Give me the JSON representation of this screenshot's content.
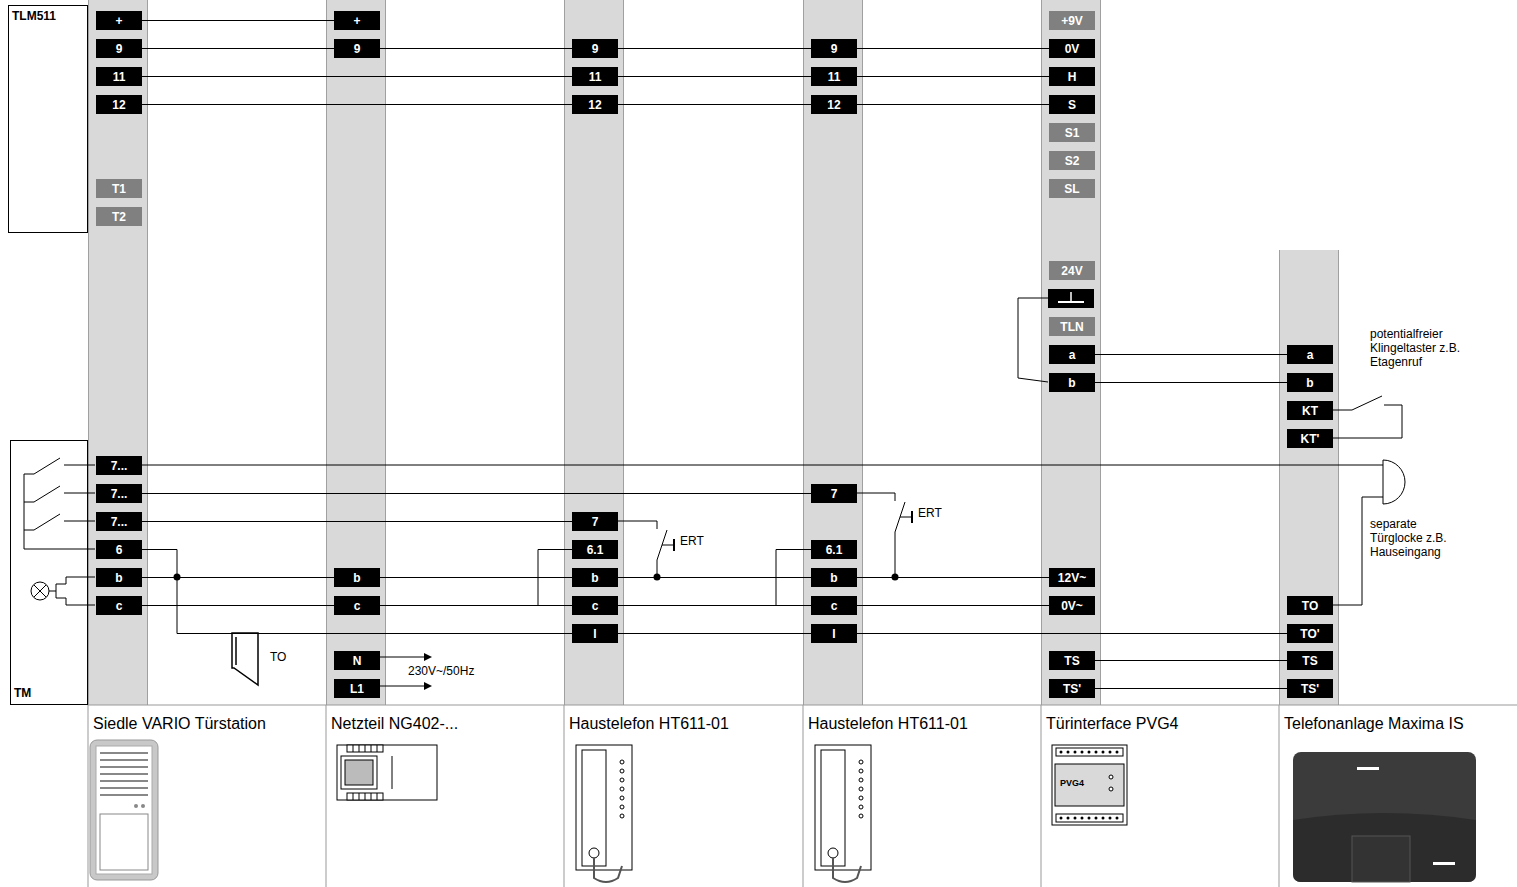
{
  "diagram": {
    "nodes": [
      {
        "text": [
          "TLM511"
        ]
      },
      {
        "text": [
          "TM"
        ]
      },
      {
        "text": [
          "Siedle VARIO Türstation"
        ]
      },
      {
        "text": [
          "+"
        ],
        "in": 2
      },
      {
        "text": [
          "9"
        ],
        "in": 2
      },
      {
        "text": [
          "11"
        ],
        "in": 2
      },
      {
        "text": [
          "12"
        ],
        "in": 2
      },
      {
        "text": [
          "T1"
        ],
        "in": 2
      },
      {
        "text": [
          "T2"
        ],
        "in": 2
      },
      {
        "text": [
          "7..."
        ],
        "in": 2
      },
      {
        "text": [
          "7..."
        ],
        "in": 2
      },
      {
        "text": [
          "7..."
        ],
        "in": 2
      },
      {
        "text": [
          "6"
        ],
        "in": 2
      },
      {
        "text": [
          "b"
        ],
        "in": 2
      },
      {
        "text": [
          "c"
        ],
        "in": 2
      },
      {
        "text": [
          "Netzteil NG402-..."
        ]
      },
      {
        "text": [
          "+"
        ],
        "in": 15
      },
      {
        "text": [
          "9"
        ],
        "in": 15
      },
      {
        "text": [
          "b"
        ],
        "in": 15
      },
      {
        "text": [
          "c"
        ],
        "in": 15
      },
      {
        "text": [
          "N"
        ],
        "in": 15
      },
      {
        "text": [
          "L1"
        ],
        "in": 15
      },
      {
        "text": [
          "Haustelefon HT611-01"
        ]
      },
      {
        "text": [
          "9"
        ],
        "in": 22
      },
      {
        "text": [
          "11"
        ],
        "in": 22
      },
      {
        "text": [
          "12"
        ],
        "in": 22
      },
      {
        "text": [
          "7"
        ],
        "in": 22
      },
      {
        "text": [
          "6.1"
        ],
        "in": 22
      },
      {
        "text": [
          "b"
        ],
        "in": 22
      },
      {
        "text": [
          "c"
        ],
        "in": 22
      },
      {
        "text": [
          "I"
        ],
        "in": 22
      },
      {
        "text": [
          "Haustelefon HT611-01"
        ]
      },
      {
        "text": [
          "9"
        ],
        "in": 31
      },
      {
        "text": [
          "11"
        ],
        "in": 31
      },
      {
        "text": [
          "12"
        ],
        "in": 31
      },
      {
        "text": [
          "7"
        ],
        "in": 31
      },
      {
        "text": [
          "6.1"
        ],
        "in": 31
      },
      {
        "text": [
          "b"
        ],
        "in": 31
      },
      {
        "text": [
          "c"
        ],
        "in": 31
      },
      {
        "text": [
          "I"
        ],
        "in": 31
      },
      {
        "text": [
          "Türinterface PVG4"
        ]
      },
      {
        "text": [
          "+9V"
        ],
        "in": 40
      },
      {
        "text": [
          "0V"
        ],
        "in": 40
      },
      {
        "text": [
          "H"
        ],
        "in": 40
      },
      {
        "text": [
          "S"
        ],
        "in": 40
      },
      {
        "text": [
          "S1"
        ],
        "in": 40
      },
      {
        "text": [
          "S2"
        ],
        "in": 40
      },
      {
        "text": [
          "SL"
        ],
        "in": 40
      },
      {
        "text": [
          "24V"
        ],
        "in": 40
      },
      {
        "text": [
          "TLN"
        ],
        "in": 40
      },
      {
        "text": [
          "a"
        ],
        "in": 40
      },
      {
        "text": [
          "b"
        ],
        "in": 40
      },
      {
        "text": [
          "12V~"
        ],
        "in": 40
      },
      {
        "text": [
          "0V~"
        ],
        "in": 40
      },
      {
        "text": [
          "TS"
        ],
        "in": 40
      },
      {
        "text": [
          "TS'"
        ],
        "in": 40
      },
      {
        "text": [
          "Telefonanlage Maxima IS"
        ]
      },
      {
        "text": [
          "a"
        ],
        "in": 56
      },
      {
        "text": [
          "b"
        ],
        "in": 56
      },
      {
        "text": [
          "KT"
        ],
        "in": 56
      },
      {
        "text": [
          "KT'"
        ],
        "in": 56
      },
      {
        "text": [
          "TO"
        ],
        "in": 56
      },
      {
        "text": [
          "TO'"
        ],
        "in": 56
      },
      {
        "text": [
          "TS"
        ],
        "in": 56
      },
      {
        "text": [
          "TS'"
        ],
        "in": 56
      }
    ],
    "edges": [
      {
        "from": 3,
        "to": 16,
        "arrow": "none"
      },
      {
        "from": 4,
        "to": 17,
        "arrow": "none"
      },
      {
        "from": 17,
        "to": 23,
        "arrow": "none"
      },
      {
        "from": 23,
        "to": 32,
        "arrow": "none"
      },
      {
        "from": 32,
        "to": 42,
        "arrow": "none"
      },
      {
        "from": 5,
        "to": 24,
        "arrow": "none"
      },
      {
        "from": 24,
        "to": 33,
        "arrow": "none"
      },
      {
        "from": 33,
        "to": 43,
        "arrow": "none"
      },
      {
        "from": 6,
        "to": 25,
        "arrow": "none"
      },
      {
        "from": 25,
        "to": 34,
        "arrow": "none"
      },
      {
        "from": 34,
        "to": 44,
        "arrow": "none"
      },
      {
        "from": 50,
        "to": 57,
        "arrow": "none"
      },
      {
        "from": 51,
        "to": 58,
        "arrow": "none"
      },
      {
        "from": 10,
        "to": 35,
        "arrow": "none"
      },
      {
        "from": 11,
        "to": 26,
        "arrow": "none"
      },
      {
        "from": 13,
        "to": 18,
        "arrow": "none"
      },
      {
        "from": 18,
        "to": 28,
        "arrow": "none"
      },
      {
        "from": 28,
        "to": 37,
        "arrow": "none"
      },
      {
        "from": 37,
        "to": 52,
        "arrow": "none"
      },
      {
        "from": 14,
        "to": 19,
        "arrow": "none"
      },
      {
        "from": 19,
        "to": 29,
        "arrow": "none"
      },
      {
        "from": 29,
        "to": 38,
        "arrow": "none"
      },
      {
        "from": 38,
        "to": 53,
        "arrow": "none"
      },
      {
        "from": 12,
        "to": 30,
        "arrow": "none"
      },
      {
        "from": 30,
        "to": 39,
        "arrow": "none"
      },
      {
        "from": 39,
        "to": 62,
        "arrow": "none"
      },
      {
        "from": 27,
        "to": 29,
        "arrow": "none"
      },
      {
        "from": 36,
        "to": 38,
        "arrow": "none"
      },
      {
        "from": 54,
        "to": 63,
        "arrow": "none"
      },
      {
        "from": 55,
        "to": 64,
        "arrow": "none"
      }
    ],
    "labels": [
      "ERT",
      "ERT",
      "TO",
      "230V~/50Hz",
      "potentialfreier Klingeltaster z.B. Etagenruf",
      "separate Türglocke z.B. Hauseingang",
      "PVG4"
    ]
  }
}
